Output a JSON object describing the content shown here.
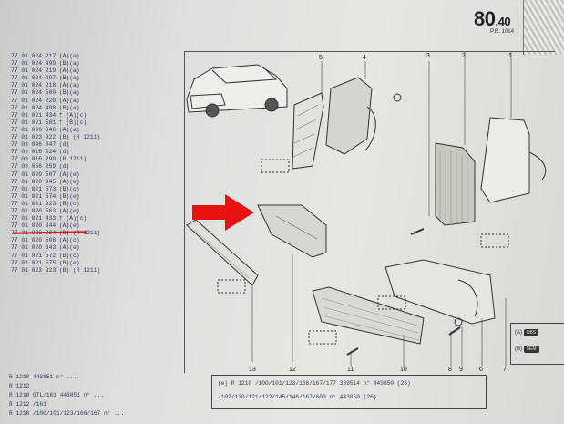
{
  "header": {
    "page_number": "80",
    "page_number_suffix": ".40",
    "page_sub": "P.R. 1014"
  },
  "ref_list": [
    "77 01 024 217 (A)(a)",
    "77 01 024 499 (B)(a)",
    "77 01 024 219 (A)(a)",
    "77 01 024 497 (B)(a)",
    "77 01 024 218 (A)(a)",
    "77 01 024 500 (B)(a)",
    "77 01 024 220 (A)(a)",
    "77 01 024 498 (B)(a)",
    "77 01 021 434 † (A)(c)",
    "77 01 021 581 † (B)(c)",
    "77 01 020 346 (A)(a)",
    "77 01 023 922 (B) (R 1211)",
    "77 03 046 047 (d)",
    "77 03 016 024 (d)",
    "77 03 016 290 (R 1211)",
    "77 03 056 059 (d)",
    "77 01 020 507 (A)(e)",
    "77 01 020 345 (A)(e)",
    "77 01 021 573 (B)(c)",
    "77 01 021 574 (B)(e)",
    "77 01 021 923 (B)(c)",
    "77 01 020 563 (A)(e)",
    "77 01 021 433 † (A)(c)",
    "77 01 020 344 (A)(e)",
    "77 01 023 924 (B) (R 1211)",
    "77 01 020 508 (A)(c)",
    "77 01 020 343 (A)(e)",
    "77 01 021 572 (B)(c)",
    "77 01 021 575 (B)(e)",
    "77 01 023 923 (B) (R 1211)"
  ],
  "callouts": [
    "5",
    "4",
    "3",
    "2",
    "1",
    "13",
    "12",
    "11",
    "10",
    "8",
    "9",
    "6",
    "7"
  ],
  "legend": {
    "a_label": "(A)",
    "a_pill": "OBS",
    "b_label": "(B)",
    "b_pill": "SEM"
  },
  "footer": {
    "rows": [
      "R 1210 443851 n° ...",
      "R 1212",
      "R 1210 GTL/161 443851 n° ...",
      "R 1212 /161",
      "R 1210 /100/101/123/166/167 n° ..."
    ],
    "box_line1": "(e)  R 1210 /100/101/123/166/167/177   339514  n° 443850 (26)",
    "box_line2": "/102/120/121/122/145/146/167/600   n° 443850 (26)"
  },
  "colors": {
    "arrow": "#e8120f",
    "underline": "#d31b1b",
    "ink": "#2e3a5a"
  }
}
